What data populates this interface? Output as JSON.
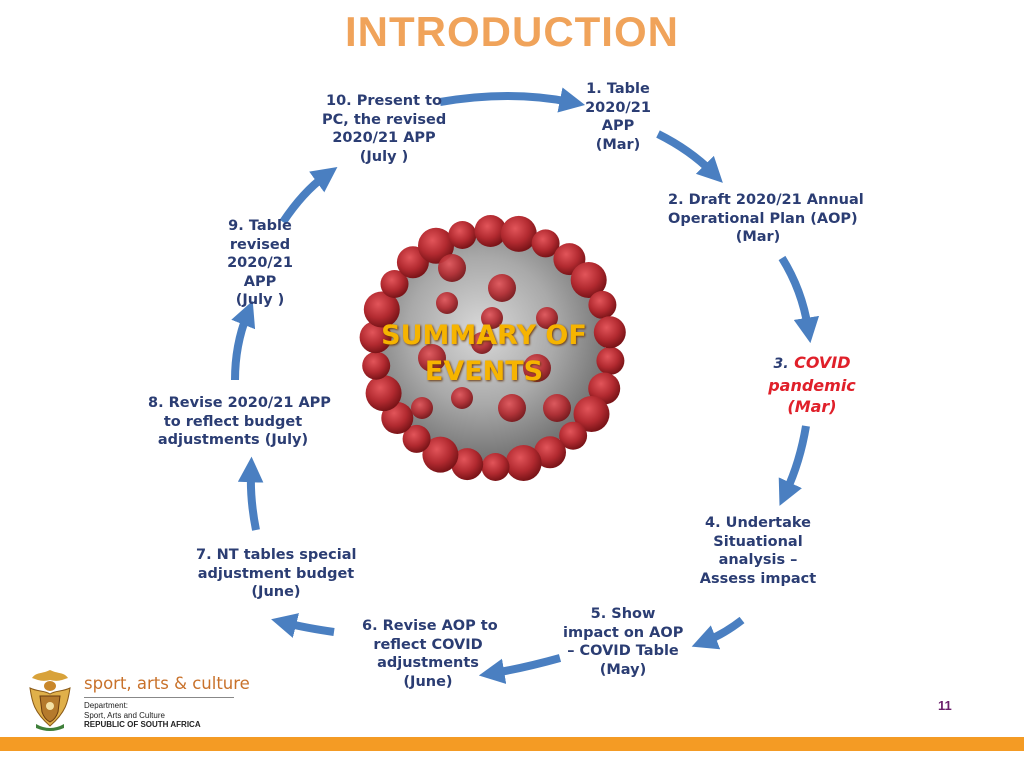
{
  "title": "INTRODUCTION",
  "center_label": [
    "SUMMARY OF",
    "EVENTS"
  ],
  "steps": [
    {
      "id": 1,
      "lines": [
        "1. Table",
        "2020/21",
        "APP",
        "(Mar)"
      ]
    },
    {
      "id": 2,
      "lines": [
        "2. Draft 2020/21 Annual",
        "Operational Plan (AOP)",
        "(Mar)"
      ]
    },
    {
      "id": 3,
      "number": "3.",
      "lines": [
        "COVID",
        "pandemic",
        "(Mar)"
      ]
    },
    {
      "id": 4,
      "lines": [
        "4. Undertake",
        "Situational",
        "analysis –",
        "Assess impact"
      ]
    },
    {
      "id": 5,
      "lines": [
        "5. Show",
        "impact on AOP",
        "– COVID Table",
        "(May)"
      ]
    },
    {
      "id": 6,
      "lines": [
        "6. Revise AOP to",
        "reflect COVID",
        "adjustments",
        "(June)"
      ]
    },
    {
      "id": 7,
      "lines": [
        "7. NT tables special",
        "adjustment budget",
        "(June)"
      ]
    },
    {
      "id": 8,
      "lines": [
        "8. Revise 2020/21 APP",
        "to reflect budget",
        "adjustments (July)"
      ]
    },
    {
      "id": 9,
      "lines": [
        "9. Table",
        "revised",
        "2020/21",
        "APP",
        "(July )"
      ]
    },
    {
      "id": 10,
      "lines": [
        "10. Present to",
        "PC, the revised",
        "2020/21 APP",
        "(July )"
      ]
    }
  ],
  "footer": {
    "brand": "sport, arts & culture",
    "dept_lines": [
      "Department:",
      "Sport, Arts and Culture",
      "REPUBLIC OF SOUTH AFRICA"
    ],
    "page_number": "11"
  },
  "colors": {
    "title": "#f0a35a",
    "step_text": "#2b3d73",
    "covid_text": "#e0202a",
    "arrow": "#4a7fc1",
    "bottom_bar": "#f49b24"
  }
}
